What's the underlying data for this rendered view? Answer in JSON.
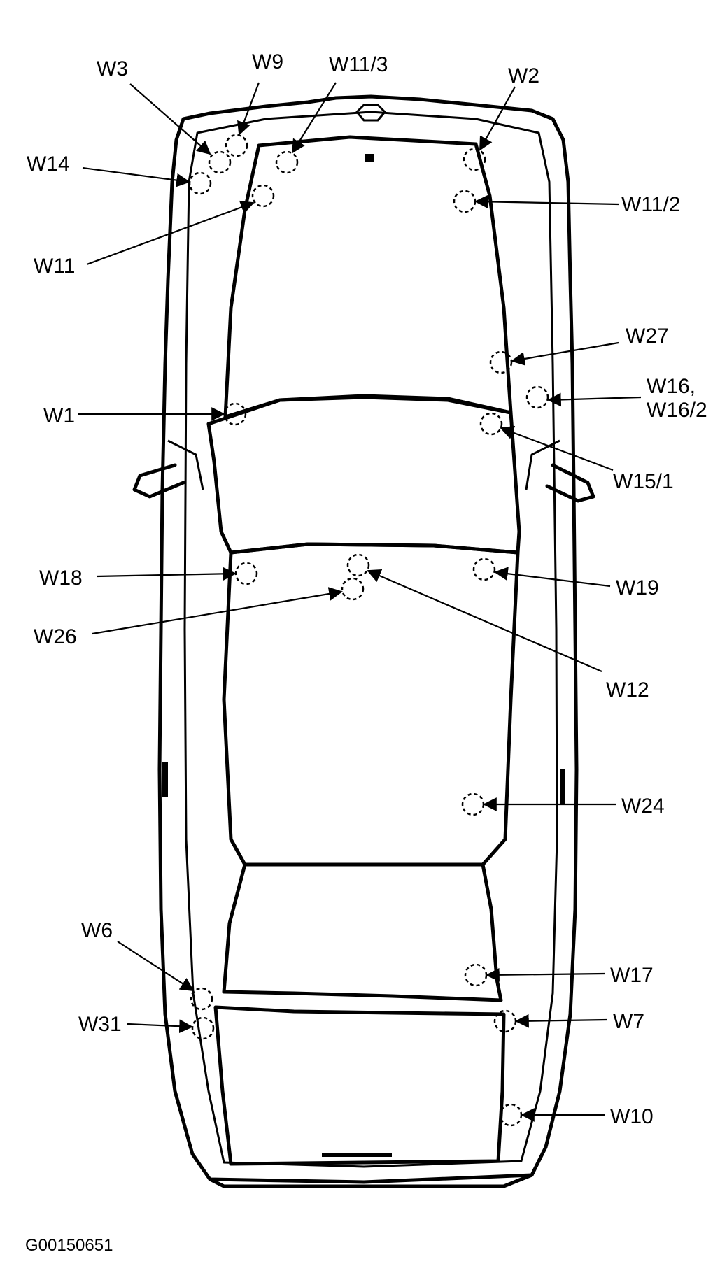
{
  "figure_code": "G00150651",
  "ground_points": [
    {
      "id": "W3",
      "label": "W3"
    },
    {
      "id": "W9",
      "label": "W9"
    },
    {
      "id": "W11_3",
      "label": "W11/3"
    },
    {
      "id": "W2",
      "label": "W2"
    },
    {
      "id": "W14",
      "label": "W14"
    },
    {
      "id": "W11_2",
      "label": "W11/2"
    },
    {
      "id": "W11",
      "label": "W11"
    },
    {
      "id": "W27",
      "label": "W27"
    },
    {
      "id": "W16",
      "label": "W16,"
    },
    {
      "id": "W16_2",
      "label": "W16/2"
    },
    {
      "id": "W1",
      "label": "W1"
    },
    {
      "id": "W15_1",
      "label": "W15/1"
    },
    {
      "id": "W18",
      "label": "W18"
    },
    {
      "id": "W19",
      "label": "W19"
    },
    {
      "id": "W26",
      "label": "W26"
    },
    {
      "id": "W12",
      "label": "W12"
    },
    {
      "id": "W24",
      "label": "W24"
    },
    {
      "id": "W6",
      "label": "W6"
    },
    {
      "id": "W17",
      "label": "W17"
    },
    {
      "id": "W31",
      "label": "W31"
    },
    {
      "id": "W7",
      "label": "W7"
    },
    {
      "id": "W10",
      "label": "W10"
    }
  ]
}
